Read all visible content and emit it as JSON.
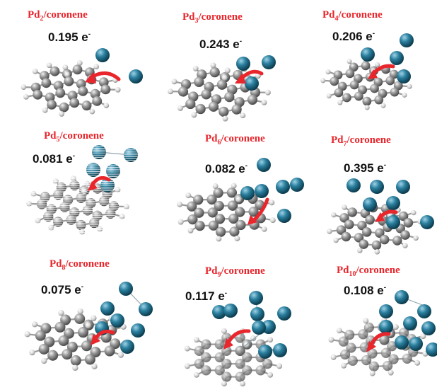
{
  "panels": [
    {
      "title_main": "Pd",
      "title_sub": "2",
      "title_rest": "/coronene",
      "charge": "0.195 e",
      "charge_sup": "-"
    },
    {
      "title_main": "Pd",
      "title_sub": "3",
      "title_rest": "/coronene",
      "charge": "0.243 e",
      "charge_sup": "-"
    },
    {
      "title_main": "Pd",
      "title_sub": "4",
      "title_rest": "/coronene",
      "charge": "0.206 e",
      "charge_sup": "-"
    },
    {
      "title_main": "Pd",
      "title_sub": "5",
      "title_rest": "/coronene",
      "charge": "0.081 e",
      "charge_sup": "-"
    },
    {
      "title_main": "Pd",
      "title_sub": "6",
      "title_rest": "/coronene",
      "charge": "0.082 e",
      "charge_sup": "-"
    },
    {
      "title_main": "Pd",
      "title_sub": "7",
      "title_rest": "/coronene",
      "charge": "0.395 e",
      "charge_sup": "-"
    },
    {
      "title_main": "Pd",
      "title_sub": "8",
      "title_rest": "/coronene",
      "charge": "0.075 e",
      "charge_sup": "-"
    },
    {
      "title_main": "Pd",
      "title_sub": "9",
      "title_rest": "/coronene",
      "charge": "0.117 e",
      "charge_sup": "-"
    },
    {
      "title_main": "Pd",
      "title_sub": "10",
      "title_rest": "/coronene",
      "charge": "0.108 e",
      "charge_sup": "-"
    }
  ],
  "colors": {
    "title": "#e8262c",
    "arrow": "#e8262c",
    "carbon": "#8c8c8c",
    "hydrogen": "#d9d9d9",
    "palladium": "#1f6f8b"
  }
}
